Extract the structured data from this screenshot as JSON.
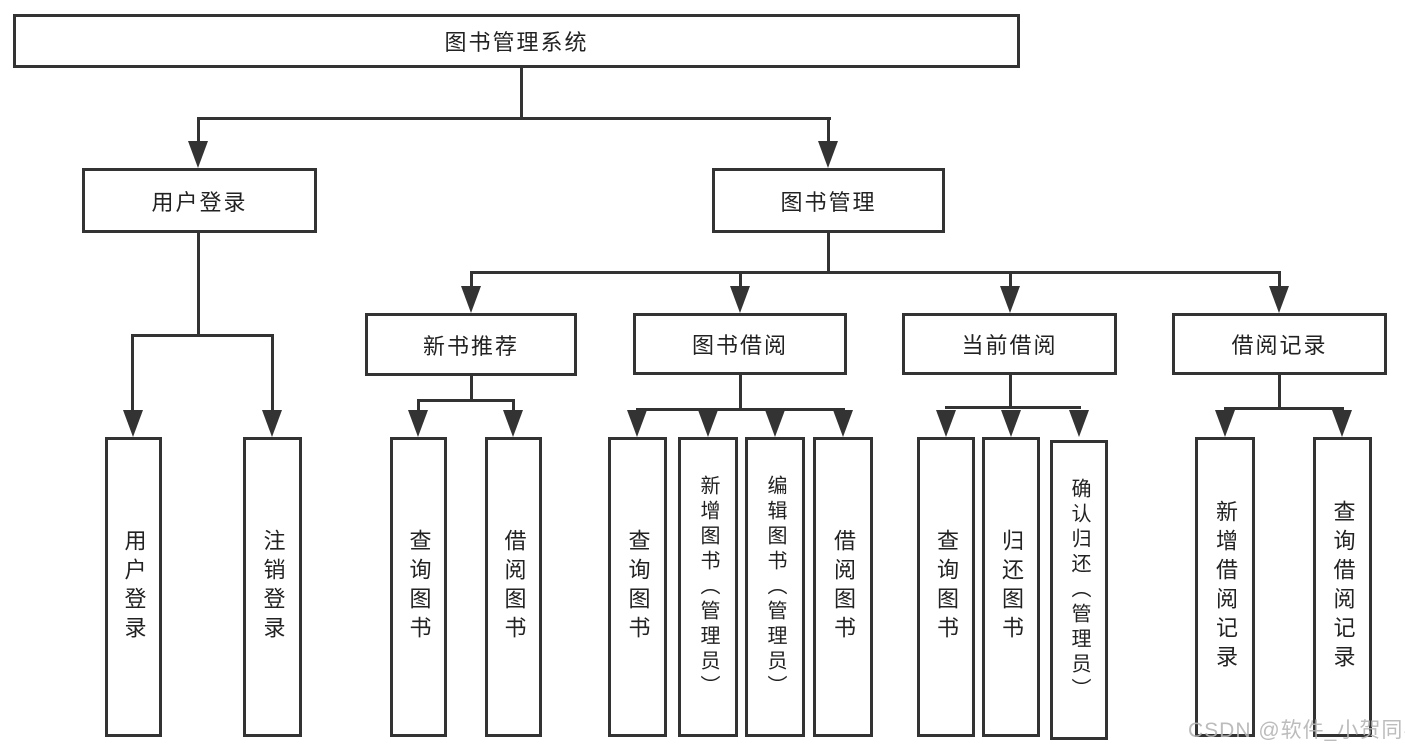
{
  "tree": {
    "root": {
      "label": "图书管理系统"
    },
    "level2": [
      {
        "id": "user-login",
        "label": "用户登录"
      },
      {
        "id": "book-management",
        "label": "图书管理"
      }
    ],
    "level3": [
      {
        "id": "new-book-recommend",
        "label": "新书推荐",
        "parent": "book-management"
      },
      {
        "id": "book-borrow",
        "label": "图书借阅",
        "parent": "book-management"
      },
      {
        "id": "current-borrow",
        "label": "当前借阅",
        "parent": "book-management"
      },
      {
        "id": "borrow-records",
        "label": "借阅记录",
        "parent": "book-management"
      }
    ],
    "leaves": [
      {
        "label": "用户登录",
        "parent": "user-login"
      },
      {
        "label": "注销登录",
        "parent": "user-login"
      },
      {
        "label": "查询图书",
        "parent": "new-book-recommend"
      },
      {
        "label": "借阅图书",
        "parent": "new-book-recommend"
      },
      {
        "label": "查询图书",
        "parent": "book-borrow"
      },
      {
        "label": "新增图书（管理员）",
        "parent": "book-borrow"
      },
      {
        "label": "编辑图书（管理员）",
        "parent": "book-borrow"
      },
      {
        "label": "借阅图书",
        "parent": "book-borrow"
      },
      {
        "label": "查询图书",
        "parent": "current-borrow"
      },
      {
        "label": "归还图书",
        "parent": "current-borrow"
      },
      {
        "label": "确认归还（管理员）",
        "parent": "current-borrow"
      },
      {
        "label": "新增借阅记录",
        "parent": "borrow-records"
      },
      {
        "label": "查询借阅记录",
        "parent": "borrow-records"
      }
    ]
  },
  "watermark": {
    "text": "CSDN @软件_小贺同学"
  },
  "colors": {
    "line": "#333333",
    "text": "#222222",
    "background": "#ffffff",
    "watermark": "#b5b5b5"
  }
}
